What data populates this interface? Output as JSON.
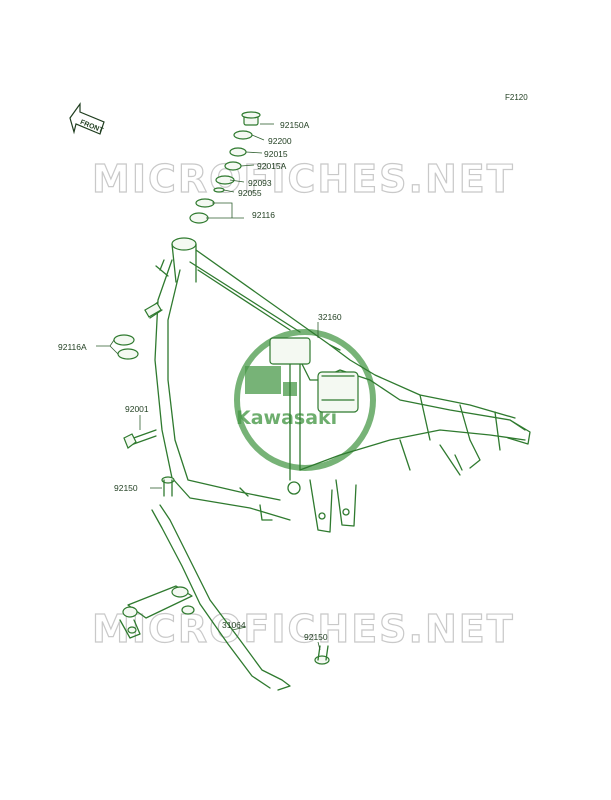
{
  "figure_code": "F2120",
  "front_arrow_text": "FRONT",
  "watermark_text": "MICROFICHES.NET",
  "logo_text": "Kawasaki",
  "colors": {
    "line": "#2f7a2f",
    "logo": "#4a9a4a",
    "watermark": "#c9c9c9",
    "text": "#1f3d1f"
  },
  "labels": {
    "p92150A": "92150A",
    "p92200": "92200",
    "p92015": "92015",
    "p92015A": "92015A",
    "p92093": "92093",
    "p92055": "92055",
    "p92116": "92116",
    "p32160": "32160",
    "p92116A": "92116A",
    "p92001": "92001",
    "p92150_top": "92150",
    "p31064": "31064",
    "p92150_bottom": "92150"
  }
}
